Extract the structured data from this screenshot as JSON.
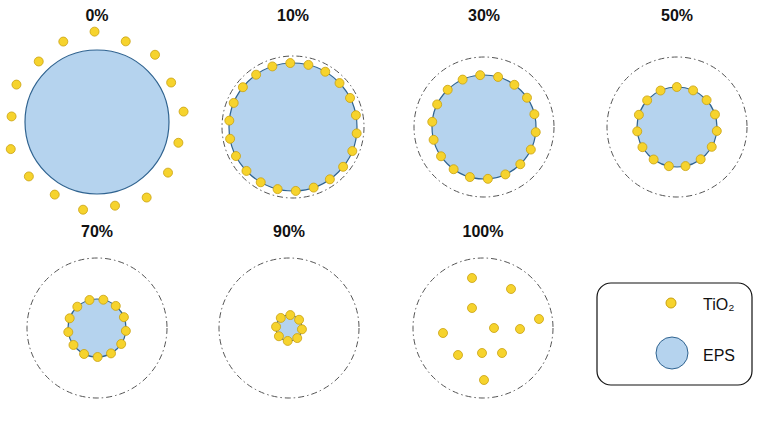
{
  "diagram": {
    "labels": [
      "0%",
      "10%",
      "30%",
      "50%",
      "70%",
      "90%",
      "100%"
    ],
    "legend": [
      {
        "text": "TiO₂",
        "color": "#f6d32d"
      },
      {
        "text": "EPS",
        "color": "#b5d3ee"
      }
    ]
  }
}
